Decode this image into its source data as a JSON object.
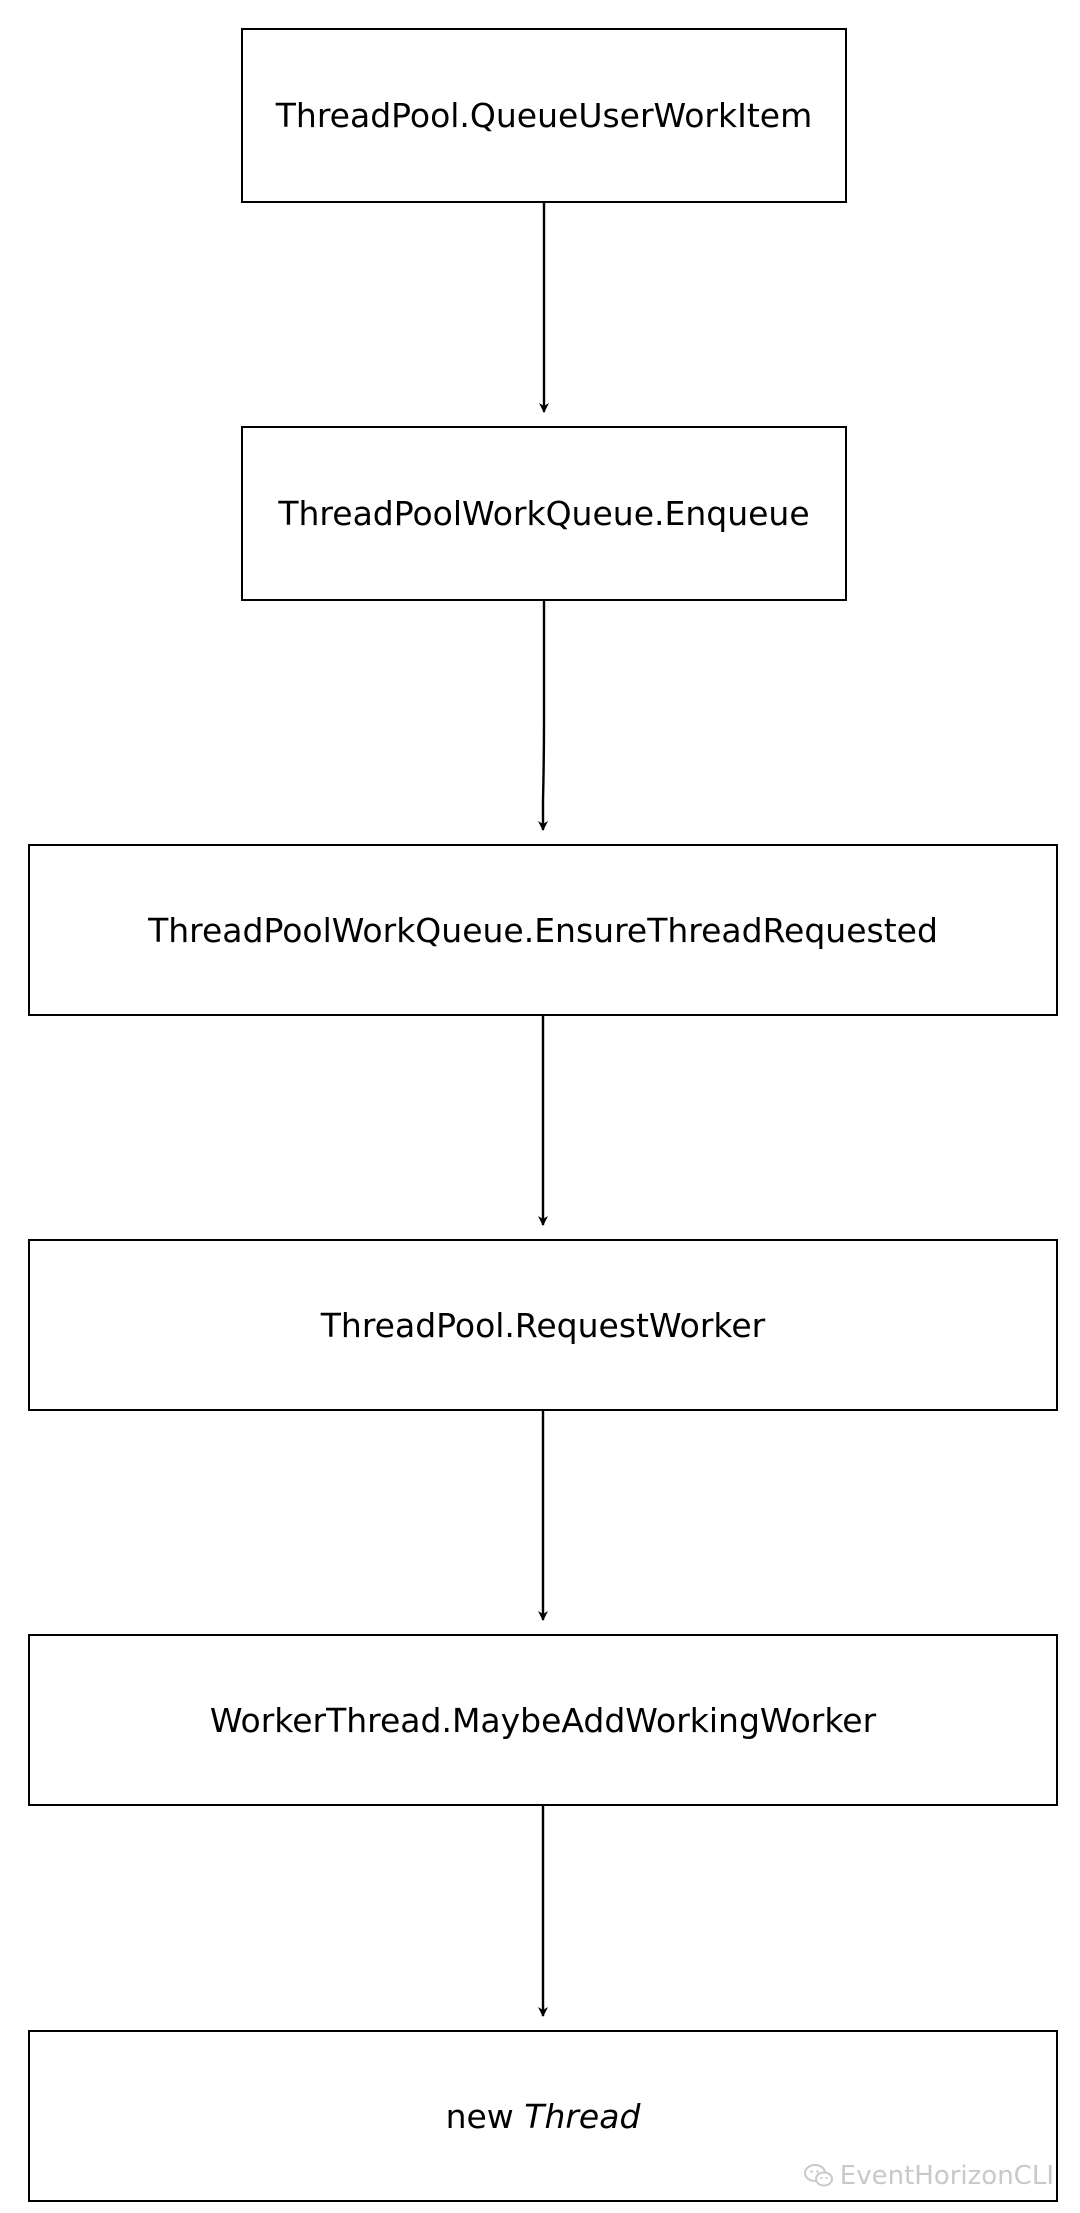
{
  "diagram": {
    "nodes": [
      {
        "id": "queue-user-work-item",
        "label": "ThreadPool.QueueUserWorkItem"
      },
      {
        "id": "enqueue",
        "label": "ThreadPoolWorkQueue.Enqueue"
      },
      {
        "id": "ensure-thread-requested",
        "label": "ThreadPoolWorkQueue.EnsureThreadRequested"
      },
      {
        "id": "request-worker",
        "label": "ThreadPool.RequestWorker"
      },
      {
        "id": "maybe-add-working-worker",
        "label": "WorkerThread.MaybeAddWorkingWorker"
      },
      {
        "id": "new-thread",
        "label_plain": "new",
        "label_italic": "Thread"
      }
    ],
    "edges": [
      {
        "from": "queue-user-work-item",
        "to": "enqueue"
      },
      {
        "from": "enqueue",
        "to": "ensure-thread-requested"
      },
      {
        "from": "ensure-thread-requested",
        "to": "request-worker"
      },
      {
        "from": "request-worker",
        "to": "maybe-add-working-worker"
      },
      {
        "from": "maybe-add-working-worker",
        "to": "new-thread"
      }
    ],
    "colors": {
      "stroke": "#000000",
      "background": "#ffffff",
      "watermark": "#c9c9c9"
    }
  },
  "watermark": {
    "icon": "wechat-icon",
    "text": "EventHorizonCLI"
  }
}
